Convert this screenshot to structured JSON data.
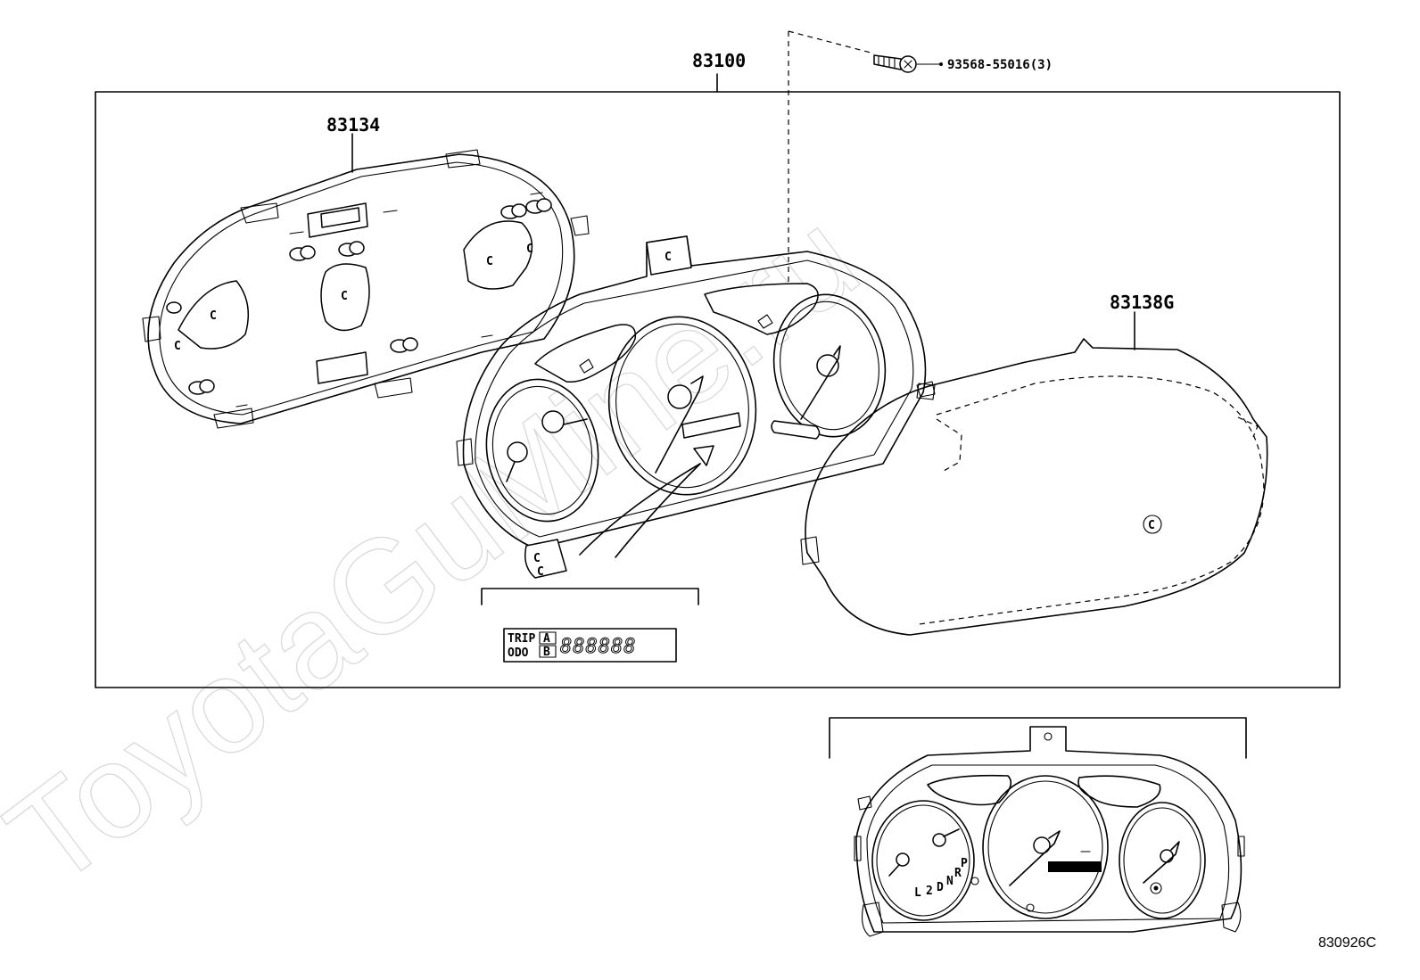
{
  "watermark": "ToyotaGuMine.ru",
  "labels": {
    "assembly": "83100",
    "bolt": "93568-55016(3)",
    "back_cover": "83134",
    "glass_cover": "83138G"
  },
  "odometer_inset": {
    "trip_label": "TRIP",
    "odo_label": "ODO",
    "mode_a": "A",
    "mode_b": "B",
    "digits": "888888"
  },
  "gear_indicator": {
    "positions": [
      "L",
      "2",
      "D",
      "N",
      "R",
      "P"
    ]
  },
  "diagram_ref": "830926C"
}
